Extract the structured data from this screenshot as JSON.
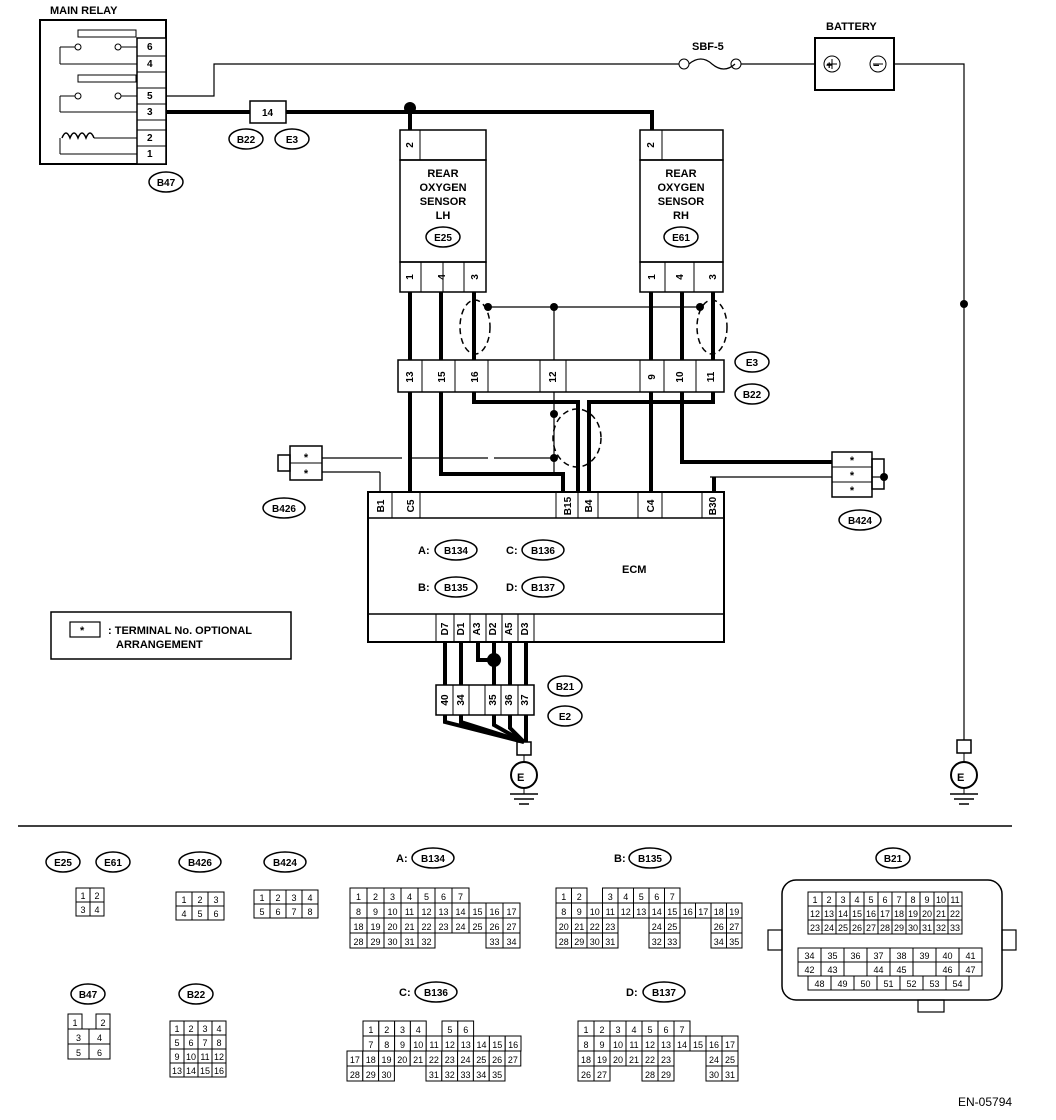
{
  "labels": {
    "main_relay": "MAIN RELAY",
    "battery": "BATTERY",
    "fuse": "SBF-5",
    "ecm": "ECM",
    "ground": "E",
    "footer_code": "EN-05794",
    "legend_symbol": "*",
    "legend_line1": ": TERMINAL No. OPTIONAL",
    "legend_line2": "ARRANGEMENT",
    "plus": "+",
    "minus": "−"
  },
  "main_relay": {
    "pins": [
      "6",
      "4",
      "",
      "5",
      "3",
      "",
      "2",
      "1"
    ],
    "connector": "B47"
  },
  "splice_pin": "14",
  "splice_connectors": [
    "B22",
    "E3"
  ],
  "sensors": [
    {
      "name_lines": [
        "REAR",
        "OXYGEN",
        "SENSOR",
        "LH"
      ],
      "connector": "E25",
      "top_pin": "2",
      "bottom_pins": [
        "1",
        "4",
        "",
        "3"
      ]
    },
    {
      "name_lines": [
        "REAR",
        "OXYGEN",
        "SENSOR",
        "RH"
      ],
      "connector": "E61",
      "top_pin": "2",
      "bottom_pins": [
        "1",
        "4",
        "3"
      ]
    }
  ],
  "joint": {
    "pins": [
      "13",
      "15",
      "16",
      "",
      "12",
      "",
      "9",
      "10",
      "11"
    ],
    "connectors": [
      "E3",
      "B22"
    ]
  },
  "ecm": {
    "top_pins": [
      "B1",
      "C5",
      "B15",
      "B4",
      "C4",
      "B30"
    ],
    "bottom_pins": [
      "D7",
      "D1",
      "A3",
      "D2",
      "A5",
      "D3"
    ],
    "connector_refs": [
      {
        "prefix": "A:",
        "code": "B134"
      },
      {
        "prefix": "C:",
        "code": "B136"
      },
      {
        "prefix": "B:",
        "code": "B135"
      },
      {
        "prefix": "D:",
        "code": "B137"
      }
    ]
  },
  "b426": {
    "connector": "B426",
    "pins": [
      "*",
      "*"
    ]
  },
  "b424": {
    "connector": "B424",
    "pins": [
      "*",
      "*",
      "*"
    ]
  },
  "ground_connector": {
    "pins": [
      "40",
      "34",
      "",
      "35",
      "36",
      "37"
    ],
    "connectors": [
      "B21",
      "E2"
    ]
  },
  "faces": {
    "e25_e61": {
      "labels": [
        "E25",
        "E61"
      ],
      "rows": [
        [
          "1",
          "2"
        ],
        [
          "3",
          "4"
        ]
      ]
    },
    "b426": {
      "label": "B426",
      "rows": [
        [
          "1",
          "2",
          "3"
        ],
        [
          "4",
          "5",
          "6"
        ]
      ]
    },
    "b424": {
      "label": "B424",
      "rows": [
        [
          "1",
          "2",
          "3",
          "4"
        ],
        [
          "5",
          "6",
          "7",
          "8"
        ]
      ]
    },
    "b47": {
      "label": "B47",
      "rows": [
        [
          "1",
          "",
          "2"
        ],
        [
          "3",
          "4"
        ],
        [
          "5",
          "6"
        ]
      ]
    },
    "b22": {
      "label": "B22",
      "rows": [
        [
          "1",
          "2",
          "3",
          "4"
        ],
        [
          "5",
          "6",
          "7",
          "8"
        ],
        [
          "9",
          "10",
          "11",
          "12"
        ],
        [
          "13",
          "14",
          "15",
          "16"
        ]
      ]
    },
    "b134": {
      "prefix": "A:",
      "label": "B134",
      "rows": [
        [
          "1",
          "2",
          "3",
          "4",
          "5",
          "6",
          "7"
        ],
        [
          "8",
          "9",
          "10",
          "11",
          "12",
          "13",
          "14",
          "15",
          "16",
          "17"
        ],
        [
          "18",
          "19",
          "20",
          "21",
          "22",
          "23",
          "24",
          "25",
          "26",
          "27"
        ],
        [
          "28",
          "29",
          "30",
          "31",
          "32",
          "",
          "",
          "",
          "33",
          "34"
        ]
      ]
    },
    "b135": {
      "prefix": "B:",
      "label": "B135",
      "rows": [
        [
          "1",
          "2",
          "",
          "3",
          "4",
          "5",
          "6",
          "7"
        ],
        [
          "8",
          "9",
          "10",
          "11",
          "12",
          "13",
          "14",
          "15",
          "16",
          "17",
          "18",
          "19"
        ],
        [
          "20",
          "21",
          "22",
          "23",
          "",
          "",
          "24",
          "25",
          "",
          "",
          "26",
          "27"
        ],
        [
          "28",
          "29",
          "30",
          "31",
          "",
          "",
          "32",
          "33",
          "",
          "",
          "34",
          "35"
        ]
      ]
    },
    "b136": {
      "prefix": "C:",
      "label": "B136",
      "rows": [
        [
          "1",
          "2",
          "3",
          "4",
          "",
          "5",
          "6"
        ],
        [
          "7",
          "8",
          "9",
          "10",
          "11",
          "12",
          "13",
          "14",
          "15",
          "16"
        ],
        [
          "17",
          "18",
          "19",
          "20",
          "21",
          "22",
          "23",
          "24",
          "25",
          "26",
          "27"
        ],
        [
          "28",
          "29",
          "30",
          "",
          "",
          "31",
          "32",
          "33",
          "34",
          "35"
        ]
      ]
    },
    "b137": {
      "prefix": "D:",
      "label": "B137",
      "rows": [
        [
          "1",
          "2",
          "3",
          "4",
          "5",
          "6",
          "7"
        ],
        [
          "8",
          "9",
          "10",
          "11",
          "12",
          "13",
          "14",
          "15",
          "16",
          "17"
        ],
        [
          "18",
          "19",
          "20",
          "21",
          "22",
          "23",
          "",
          "",
          "24",
          "25"
        ],
        [
          "26",
          "27",
          "",
          "",
          "28",
          "29",
          "",
          "",
          "30",
          "31"
        ]
      ]
    },
    "b21": {
      "label": "B21",
      "rows": [
        [
          "1",
          "2",
          "3",
          "4",
          "5",
          "6",
          "7",
          "8",
          "9",
          "10",
          "11"
        ],
        [
          "12",
          "13",
          "14",
          "15",
          "16",
          "17",
          "18",
          "19",
          "20",
          "21",
          "22"
        ],
        [
          "23",
          "24",
          "25",
          "26",
          "27",
          "28",
          "29",
          "30",
          "31",
          "32",
          "33"
        ],
        [
          "34",
          "35",
          "36",
          "37",
          "38",
          "39",
          "40",
          "41"
        ],
        [
          "42",
          "43",
          "",
          "44",
          "45",
          "",
          "46",
          "47"
        ],
        [
          "48",
          "49",
          "50",
          "51",
          "52",
          "53",
          "54"
        ]
      ]
    }
  }
}
